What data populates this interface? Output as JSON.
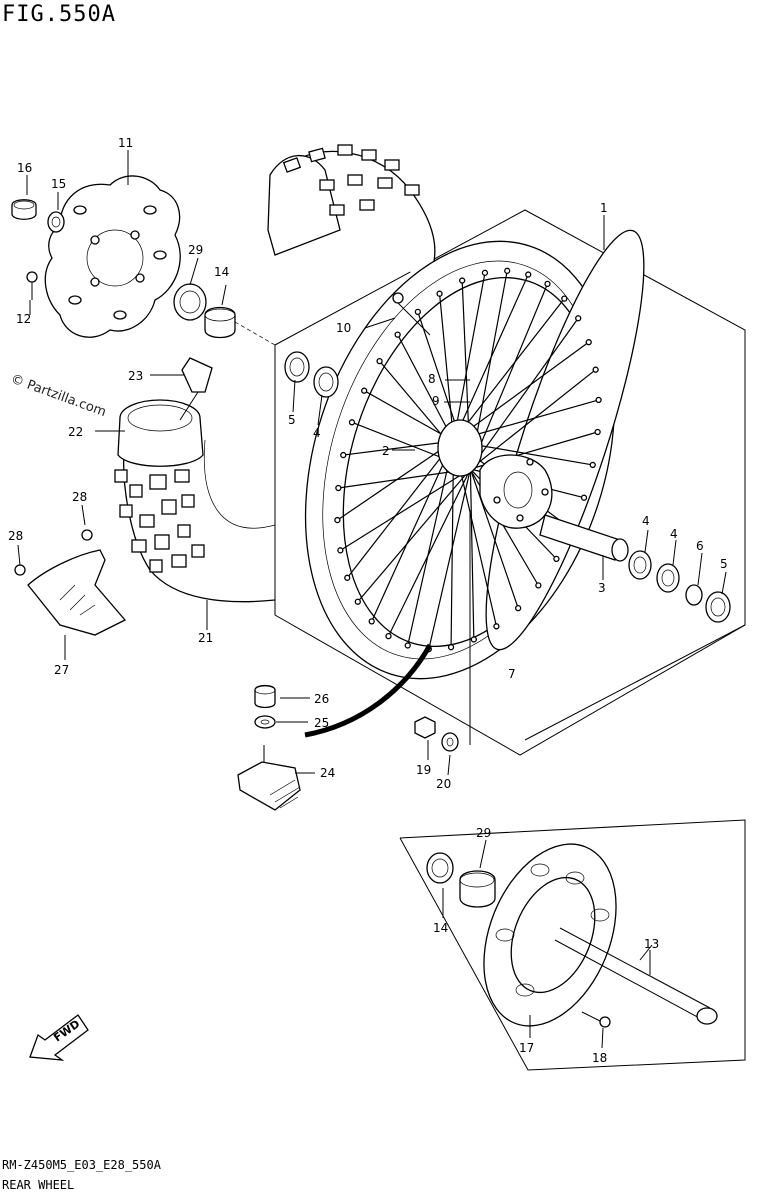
{
  "figure": {
    "title": "FIG.550A",
    "footer_code": "RM-Z450M5_E03_E28_550A",
    "footer_name": "REAR WHEEL",
    "watermark": "© Partzilla.com",
    "fwd_label": "FWD"
  },
  "callouts": [
    {
      "id": "c1",
      "text": "1"
    },
    {
      "id": "c2",
      "text": "2"
    },
    {
      "id": "c3",
      "text": "3"
    },
    {
      "id": "c4a",
      "text": "4"
    },
    {
      "id": "c4b",
      "text": "4"
    },
    {
      "id": "c4c",
      "text": "4"
    },
    {
      "id": "c5a",
      "text": "5"
    },
    {
      "id": "c5b",
      "text": "5"
    },
    {
      "id": "c6",
      "text": "6"
    },
    {
      "id": "c7",
      "text": "7"
    },
    {
      "id": "c8",
      "text": "8"
    },
    {
      "id": "c9",
      "text": "9"
    },
    {
      "id": "c10",
      "text": "10"
    },
    {
      "id": "c11",
      "text": "11"
    },
    {
      "id": "c12",
      "text": "12"
    },
    {
      "id": "c13",
      "text": "13"
    },
    {
      "id": "c14a",
      "text": "14"
    },
    {
      "id": "c14b",
      "text": "14"
    },
    {
      "id": "c15",
      "text": "15"
    },
    {
      "id": "c16",
      "text": "16"
    },
    {
      "id": "c17",
      "text": "17"
    },
    {
      "id": "c18",
      "text": "18"
    },
    {
      "id": "c19",
      "text": "19"
    },
    {
      "id": "c20",
      "text": "20"
    },
    {
      "id": "c21",
      "text": "21"
    },
    {
      "id": "c22",
      "text": "22"
    },
    {
      "id": "c23",
      "text": "23"
    },
    {
      "id": "c24",
      "text": "24"
    },
    {
      "id": "c25",
      "text": "25"
    },
    {
      "id": "c26",
      "text": "26"
    },
    {
      "id": "c27",
      "text": "27"
    },
    {
      "id": "c28a",
      "text": "28"
    },
    {
      "id": "c28b",
      "text": "28"
    },
    {
      "id": "c29a",
      "text": "29"
    },
    {
      "id": "c29b",
      "text": "29"
    }
  ]
}
